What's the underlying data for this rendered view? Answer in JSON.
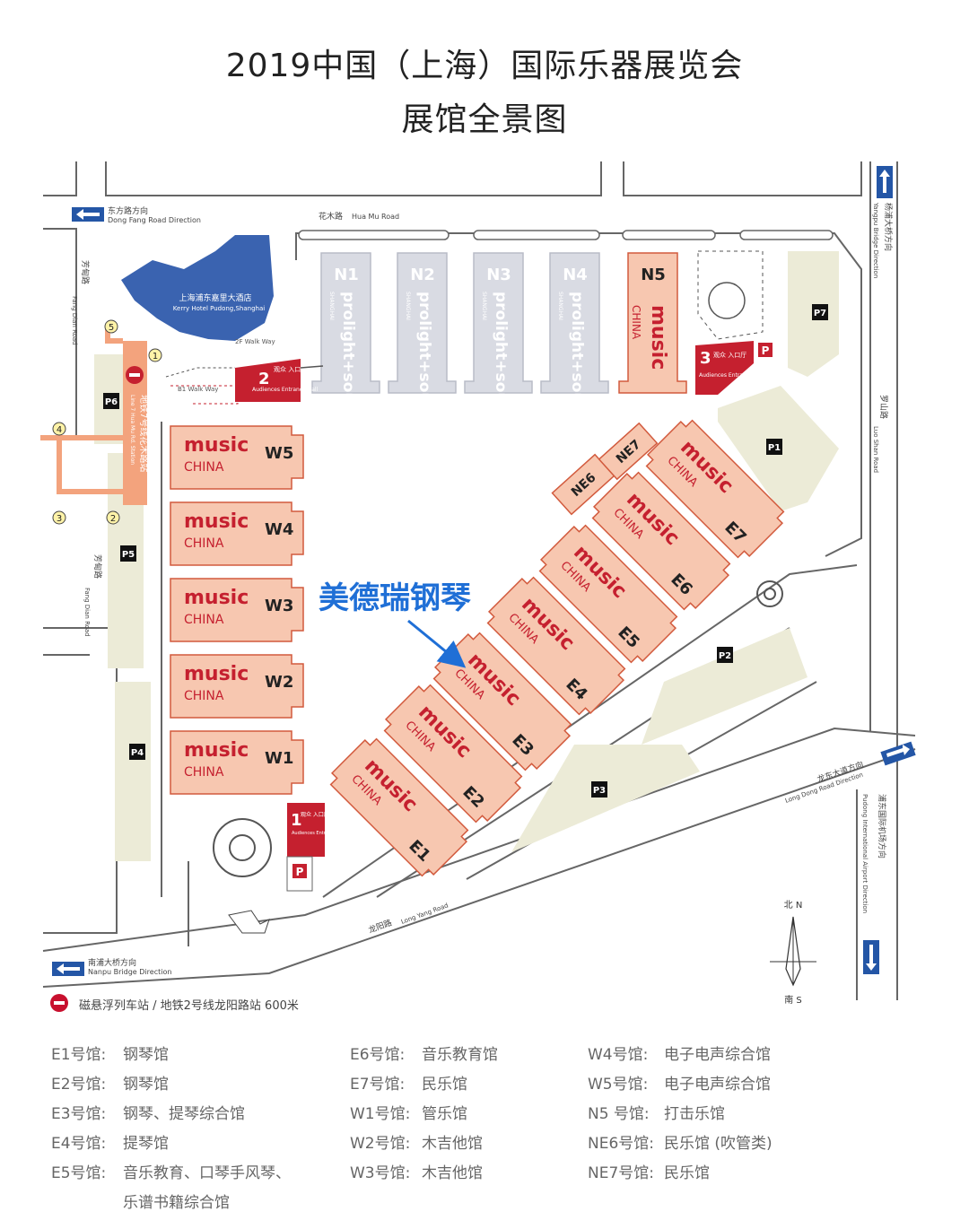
{
  "title": {
    "line1": "2019中国（上海）国际乐器展览会",
    "line2": "展馆全景图"
  },
  "colors": {
    "hall_fill": "#f7c7b0",
    "hall_stroke": "#d25a3d",
    "music_red": "#c5202f",
    "prolight_fill": "#d9dbe3",
    "entrance_red": "#c5202f",
    "parking_fill": "#ecebd7",
    "metro_orange": "#f3a37d",
    "road_line": "#555555",
    "callout_blue": "#1f6fd6"
  },
  "roads": {
    "dongfang": {
      "cn": "东方路方向",
      "en": "Dong Fang Road Direction"
    },
    "huamu": {
      "cn": "花木路",
      "en": "Hua Mu Road"
    },
    "yangpu": {
      "cn": "杨浦大桥方向",
      "en": "Yangpu Bridge Direction"
    },
    "fangdian_top": {
      "cn": "芳甸路",
      "en": "Fang Dian Road"
    },
    "fangdian_mid": {
      "cn": "芳甸路",
      "en": "Fang Dian Road"
    },
    "luoshan": {
      "cn": "罗山路",
      "en": "Luo Shan Road"
    },
    "longdong": {
      "cn": "龙东大道方向",
      "en": "Long Dong Road Direction"
    },
    "pudong_airport": {
      "cn": "浦东国际机场方向",
      "en": "Pudong International Airport Direction"
    },
    "longyang": {
      "cn": "龙阳路",
      "en": "Long Yang Road"
    },
    "nanpu": {
      "cn": "南浦大桥方向",
      "en": "Nanpu Bridge Direction"
    }
  },
  "hotel": {
    "cn": "上海浦东嘉里大酒店",
    "en": "Kerry Hotel Pudong,Shanghai"
  },
  "walkways": {
    "w2f": "2F Walk Way",
    "b1": "B1 Walk Way"
  },
  "metro_station": {
    "cn": "地铁7号线花木路站",
    "en": "Line 7 Hua Mu Rd. Station"
  },
  "metro_exits": [
    "1",
    "2",
    "3",
    "4",
    "5"
  ],
  "north_halls": [
    {
      "id": "N1",
      "brand": "prolight+sound",
      "sub": "SHANGHAI"
    },
    {
      "id": "N2",
      "brand": "prolight+sound",
      "sub": "SHANGHAI"
    },
    {
      "id": "N3",
      "brand": "prolight+sound",
      "sub": "SHANGHAI"
    },
    {
      "id": "N4",
      "brand": "prolight+sound",
      "sub": "SHANGHAI"
    }
  ],
  "n5": {
    "id": "N5",
    "brand": "music",
    "sub": "CHINA"
  },
  "west_halls": [
    {
      "id": "W5",
      "brand": "music",
      "sub": "CHINA"
    },
    {
      "id": "W4",
      "brand": "music",
      "sub": "CHINA"
    },
    {
      "id": "W3",
      "brand": "music",
      "sub": "CHINA"
    },
    {
      "id": "W2",
      "brand": "music",
      "sub": "CHINA"
    },
    {
      "id": "W1",
      "brand": "music",
      "sub": "CHINA"
    }
  ],
  "east_halls": [
    {
      "id": "E1",
      "brand": "music",
      "sub": "CHINA"
    },
    {
      "id": "E2",
      "brand": "music",
      "sub": "CHINA"
    },
    {
      "id": "E3",
      "brand": "music",
      "sub": "CHINA"
    },
    {
      "id": "E4",
      "brand": "music",
      "sub": "CHINA"
    },
    {
      "id": "E5",
      "brand": "music",
      "sub": "CHINA"
    },
    {
      "id": "E6",
      "brand": "music",
      "sub": "CHINA"
    },
    {
      "id": "E7",
      "brand": "music",
      "sub": "CHINA"
    }
  ],
  "small_halls": [
    "NE6",
    "NE7"
  ],
  "entrances": [
    {
      "num": "1",
      "cn": "观众\n入口厅",
      "en": "Audiences Entrance Hall"
    },
    {
      "num": "2",
      "cn": "观众\n入口厅",
      "en": "Audiences Entrance Hall"
    },
    {
      "num": "3",
      "cn": "观众\n入口厅",
      "en": "Audiences Entrance Hall"
    }
  ],
  "parking_lots": [
    "P1",
    "P2",
    "P3",
    "P4",
    "P5",
    "P6",
    "P7"
  ],
  "parking_sign": "P",
  "callout": "美德瑞钢琴",
  "compass": {
    "north": "北 N",
    "south": "南 S"
  },
  "metro_note": "磁悬浮列车站 / 地铁2号线龙阳路站  600米",
  "legend_col1": [
    {
      "k": "E1号馆:",
      "v": "钢琴馆"
    },
    {
      "k": "E2号馆:",
      "v": "钢琴馆"
    },
    {
      "k": "E3号馆:",
      "v": "钢琴、提琴综合馆"
    },
    {
      "k": "E4号馆:",
      "v": "提琴馆"
    },
    {
      "k": "E5号馆:",
      "v": "音乐教育、口琴手风琴、"
    },
    {
      "k": "",
      "v": "乐谱书籍综合馆"
    }
  ],
  "legend_col2": [
    {
      "k": "E6号馆:",
      "v": "音乐教育馆"
    },
    {
      "k": "E7号馆:",
      "v": "民乐馆"
    },
    {
      "k": "W1号馆:",
      "v": "管乐馆"
    },
    {
      "k": "W2号馆:",
      "v": "木吉他馆"
    },
    {
      "k": "W3号馆:",
      "v": "木吉他馆"
    }
  ],
  "legend_col3": [
    {
      "k": "W4号馆:",
      "v": "电子电声综合馆"
    },
    {
      "k": "W5号馆:",
      "v": "电子电声综合馆"
    },
    {
      "k": "N5 号馆:",
      "v": "打击乐馆"
    },
    {
      "k": "NE6号馆:",
      "v": "民乐馆 (吹管类)"
    },
    {
      "k": "NE7号馆:",
      "v": "民乐馆"
    }
  ]
}
